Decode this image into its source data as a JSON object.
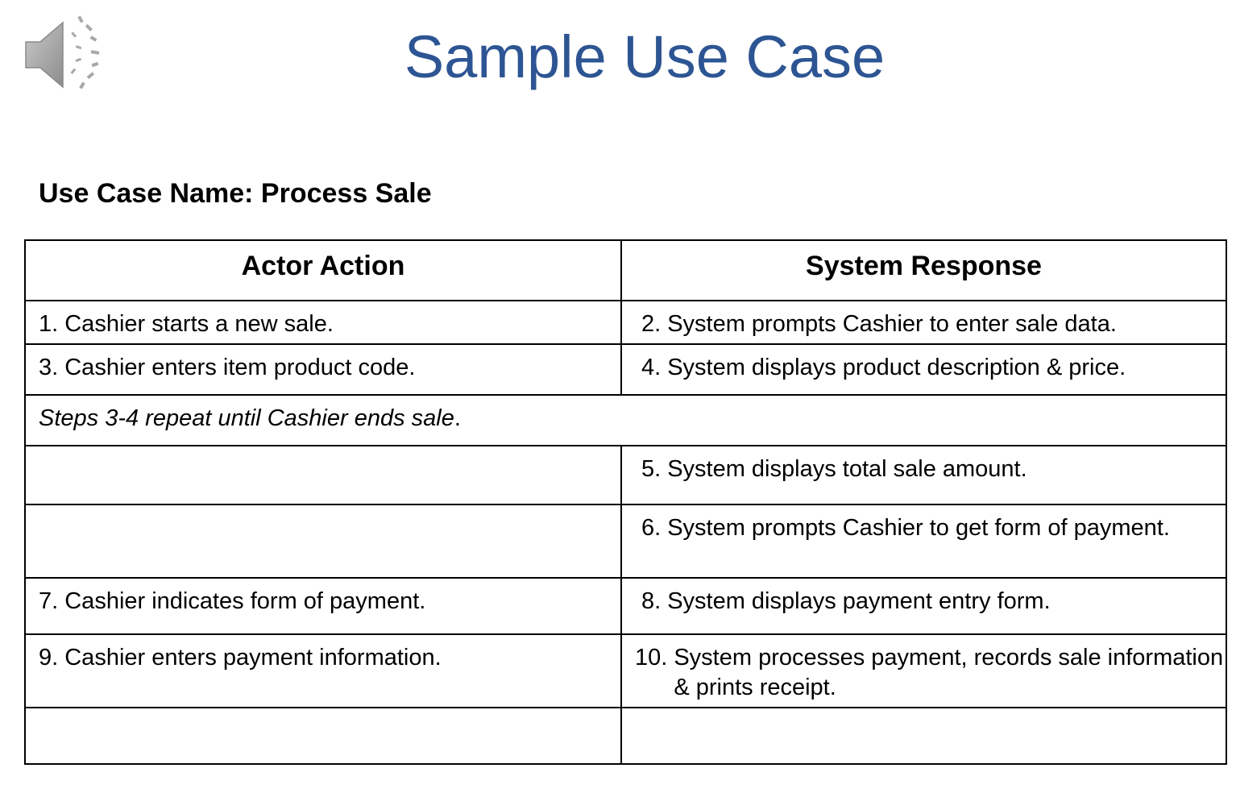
{
  "title": "Sample Use Case",
  "use_case_label": "Use Case Name: Process Sale",
  "table": {
    "headers": [
      "Actor Action",
      "System Response"
    ],
    "rows": [
      {
        "actor": "1. Cashier starts a new sale.",
        "system": {
          "num": "2.",
          "text": "System prompts Cashier to enter sale data."
        }
      },
      {
        "actor": "3. Cashier enters item product code.",
        "system": {
          "num": "4.",
          "text": "System displays product description & price."
        }
      },
      {
        "note": "Steps 3-4 repeat until Cashier ends sale",
        "note_end": "."
      },
      {
        "actor": "",
        "system": {
          "num": "5.",
          "text": "System displays total sale amount."
        }
      },
      {
        "actor": "",
        "system": {
          "num": "6.",
          "text": "System prompts Cashier to get form of payment."
        }
      },
      {
        "actor": "7. Cashier indicates form of payment.",
        "system": {
          "num": "8.",
          "text": "System displays payment entry form."
        }
      },
      {
        "actor": "9. Cashier enters payment information.",
        "system": {
          "num": "10.",
          "text": "System processes payment, records sale information & prints receipt."
        }
      },
      {
        "actor": "",
        "system": {
          "num": "",
          "text": ""
        }
      }
    ]
  },
  "icons": {
    "speaker": "speaker-icon"
  },
  "colors": {
    "title": "#2d5593",
    "speaker": "#9a9a9a"
  }
}
